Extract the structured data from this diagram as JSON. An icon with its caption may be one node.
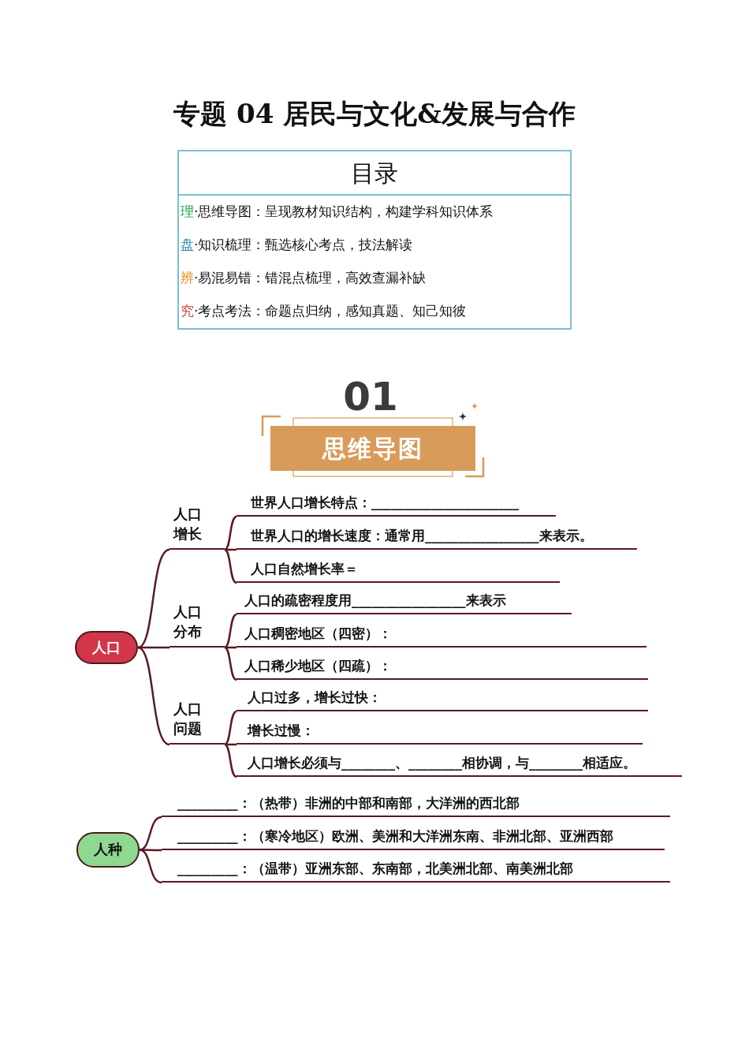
{
  "diagram": {
    "title": "专题 04 居民与文化&发展与合作",
    "nodes": [
      {
        "text": [
          "目录",
          "理·思维导图：呈现教材知识结构，构建学科知识体系",
          "盘·知识梳理：甄选核心考点，技法解读",
          "辨·易混易错：错混点梳理，高效查漏补缺",
          "究·考点考法：命题点归纳，感知真题、知己知彼"
        ]
      },
      {
        "text": [
          "思维导图"
        ]
      },
      {
        "text": [
          "人口"
        ]
      },
      {
        "text": [
          "人口增长"
        ]
      },
      {
        "text": [
          "世界人口增长特点：______________________"
        ]
      },
      {
        "text": [
          "世界人口的增长速度：通常用_________________来表示。"
        ]
      },
      {
        "text": [
          "人口自然增长率＝"
        ]
      },
      {
        "text": [
          "人口分布"
        ]
      },
      {
        "text": [
          "人口的疏密程度用_________________来表示"
        ]
      },
      {
        "text": [
          "人口稠密地区（四密）："
        ]
      },
      {
        "text": [
          "人口稀少地区（四疏）："
        ]
      },
      {
        "text": [
          "人口问题"
        ]
      },
      {
        "text": [
          "人口过多，增长过快："
        ]
      },
      {
        "text": [
          "增长过慢："
        ]
      },
      {
        "text": [
          "人口增长必须与________、________相协调，与________相适应。"
        ]
      },
      {
        "text": [
          "人种"
        ]
      },
      {
        "text": [
          "_________：（热带）非洲的中部和南部，大洋洲的西北部"
        ]
      },
      {
        "text": [
          "_________：（寒冷地区）欧洲、美洲和大洋洲东南、非洲北部、亚洲西部"
        ]
      },
      {
        "text": [
          "_________：（温带）亚洲东部、东南部，北美洲北部、南美洲北部"
        ]
      }
    ],
    "edges": [
      {
        "from": 2,
        "to": 3,
        "arrow": "none"
      },
      {
        "from": 2,
        "to": 7,
        "arrow": "none"
      },
      {
        "from": 2,
        "to": 11,
        "arrow": "none"
      },
      {
        "from": 3,
        "to": 4,
        "arrow": "none"
      },
      {
        "from": 3,
        "to": 5,
        "arrow": "none"
      },
      {
        "from": 3,
        "to": 6,
        "arrow": "none"
      },
      {
        "from": 7,
        "to": 8,
        "arrow": "none"
      },
      {
        "from": 7,
        "to": 9,
        "arrow": "none"
      },
      {
        "from": 7,
        "to": 10,
        "arrow": "none"
      },
      {
        "from": 11,
        "to": 12,
        "arrow": "none"
      },
      {
        "from": 11,
        "to": 13,
        "arrow": "none"
      },
      {
        "from": 11,
        "to": 14,
        "arrow": "none"
      },
      {
        "from": 15,
        "to": 16,
        "arrow": "none"
      },
      {
        "from": 15,
        "to": 17,
        "arrow": "none"
      },
      {
        "from": 15,
        "to": 18,
        "arrow": "none"
      }
    ],
    "labels": [
      "01"
    ]
  }
}
